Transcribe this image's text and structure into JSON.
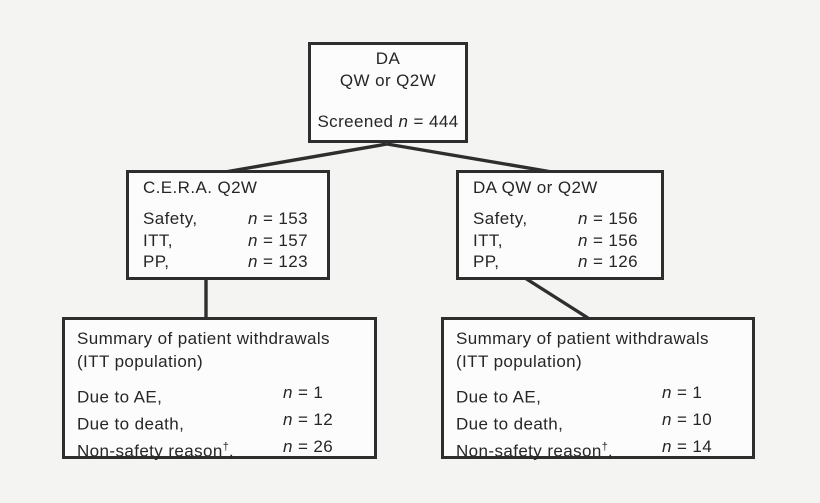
{
  "colors": {
    "background": "#f4f4f3",
    "box_fill": "#fcfcfc",
    "line": "#2e2e2e",
    "text": "#262626"
  },
  "top_box": {
    "title_line1": "DA",
    "title_line2": "QW or Q2W",
    "screened": {
      "label": "Screened",
      "var": "n",
      "value": "= 444"
    }
  },
  "left_box": {
    "title": "C.E.R.A. Q2W",
    "rows": [
      {
        "label": "Safety,",
        "var": "n",
        "value": "= 153"
      },
      {
        "label": "ITT,",
        "var": "n",
        "value": "= 157"
      },
      {
        "label": "PP,",
        "var": "n",
        "value": "= 123"
      }
    ]
  },
  "right_box": {
    "title": "DA QW or Q2W",
    "rows": [
      {
        "label": "Safety,",
        "var": "n",
        "value": "= 156"
      },
      {
        "label": "ITT,",
        "var": "n",
        "value": "= 156"
      },
      {
        "label": "PP,",
        "var": "n",
        "value": "= 126"
      }
    ]
  },
  "bottom_left_box": {
    "title_line1": "Summary of patient withdrawals",
    "title_line2": "(ITT population)",
    "rows": [
      {
        "label": "Due to AE,",
        "sup": "",
        "post": "",
        "var": "n",
        "value": "= 1"
      },
      {
        "label": "Due to death,",
        "sup": "",
        "post": "",
        "var": "n",
        "value": "= 12"
      },
      {
        "label": "Non-safety reason",
        "sup": "†",
        "post": ",",
        "var": "n",
        "value": "= 26"
      }
    ]
  },
  "bottom_right_box": {
    "title_line1": "Summary of patient withdrawals",
    "title_line2": "(ITT population)",
    "rows": [
      {
        "label": "Due to AE,",
        "sup": "",
        "post": "",
        "var": "n",
        "value": "= 1"
      },
      {
        "label": "Due to death,",
        "sup": "",
        "post": "",
        "var": "n",
        "value": "= 10"
      },
      {
        "label": "Non-safety reason",
        "sup": "†",
        "post": ",",
        "var": "n",
        "value": "= 14"
      }
    ]
  }
}
